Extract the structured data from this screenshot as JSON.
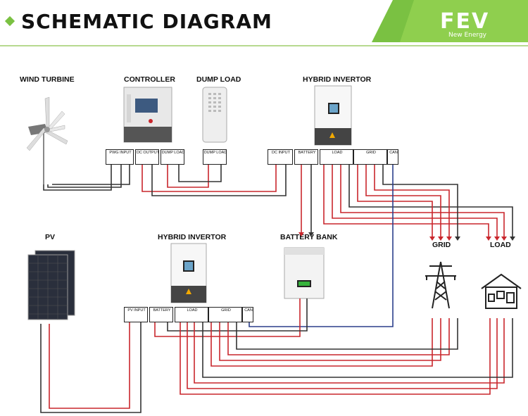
{
  "header": {
    "title": "SCHEMATIC DIAGRAM",
    "logo": "FEV",
    "logo_sub": "New Energy",
    "accent": "#7ac142"
  },
  "components": {
    "wind_turbine": "WIND TURBINE",
    "controller": "CONTROLLER",
    "dump_load": "DUMP LOAD",
    "hybrid_inverter_top": "HYBRID INVERTOR",
    "pv": "PV",
    "hybrid_inverter_bottom": "HYBRID INVERTOR",
    "battery_bank": "BATTERY BANK",
    "grid": "GRID",
    "load": "LOAD"
  },
  "terminals": {
    "pwg_input": "PWG INPUT",
    "dc_output": "DC OUTPUT",
    "dump_load": "DUMP LOAD",
    "dump_load_box": "DUMP LOAD",
    "dc_input": "DC INPUT",
    "battery": "BATTERY",
    "load": "LOAD",
    "grid": "GRID",
    "can": "CAN",
    "pv_input": "PV INPUT",
    "battery_b": "BATTERY",
    "load_b": "LOAD",
    "grid_b": "GRID",
    "can_b": "CAN"
  },
  "colors": {
    "wire_red": "#c9262c",
    "wire_black": "#333333",
    "wire_blue": "#2b3f8c",
    "plus": "#c9262c"
  }
}
